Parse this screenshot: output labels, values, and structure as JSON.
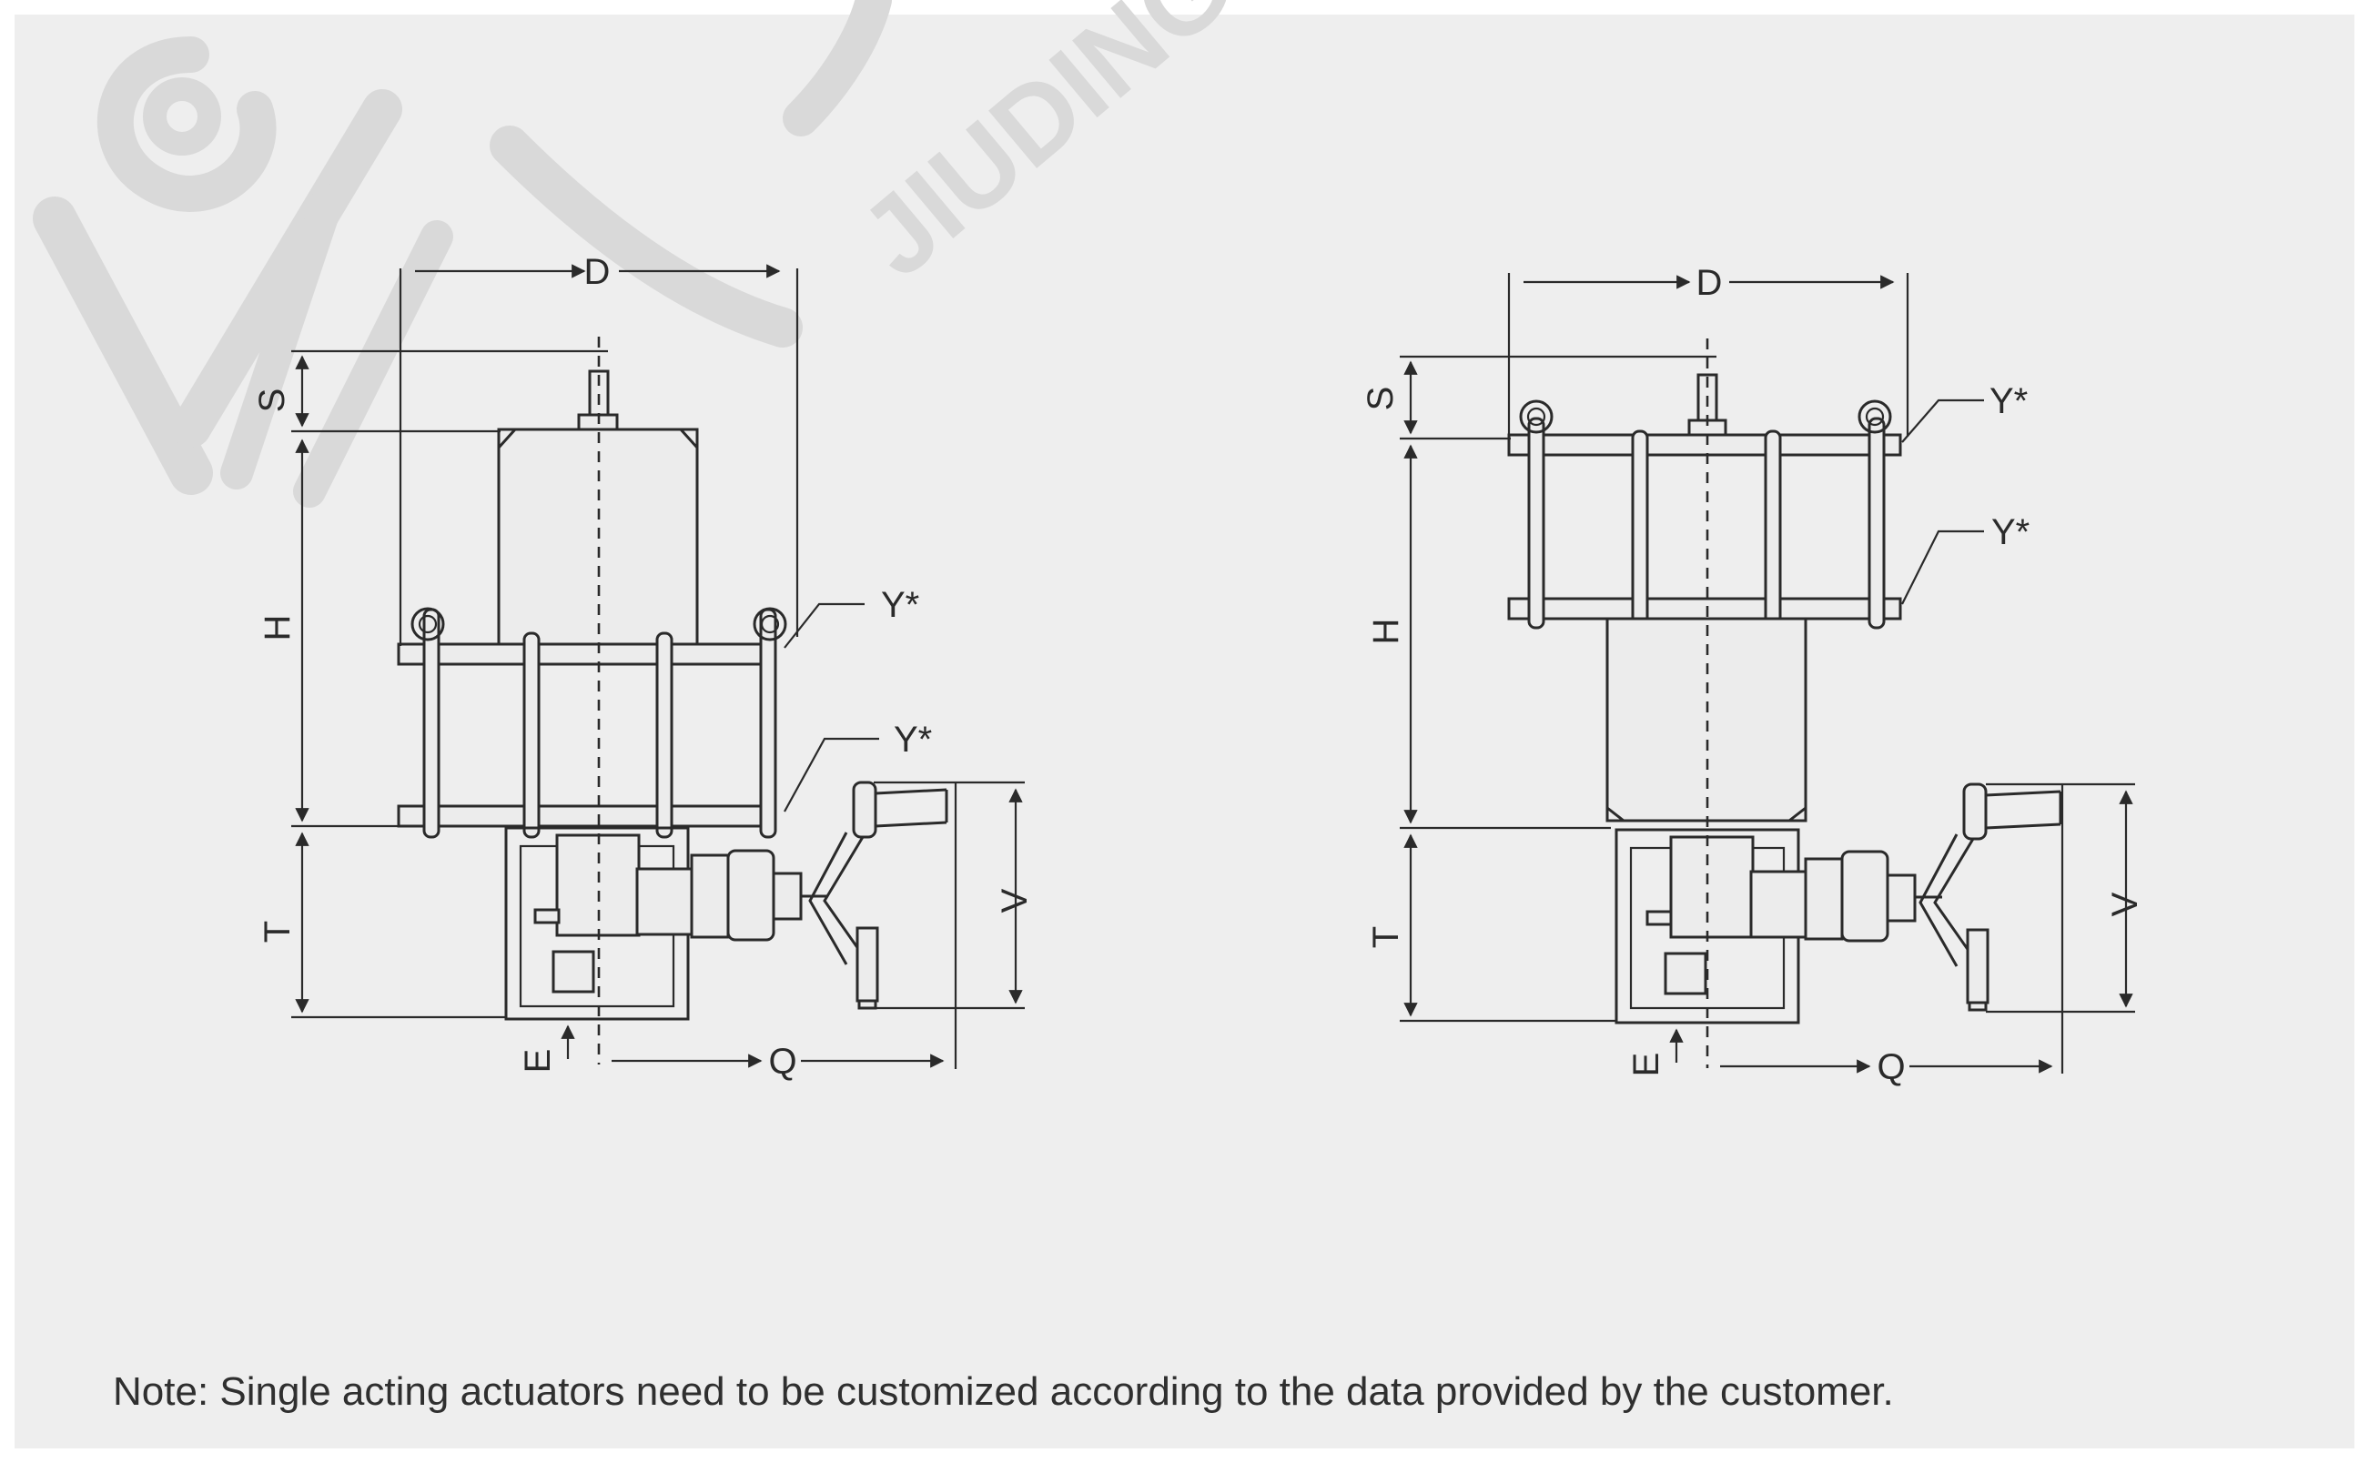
{
  "watermark": {
    "brand_text": "JIUDING",
    "color": "#d8d8d8"
  },
  "diagrams": [
    {
      "id": "left",
      "labels": {
        "D": "D",
        "S": "S",
        "H": "H",
        "T": "T",
        "E": "E",
        "Q": "Q",
        "V": "V",
        "Y1": "Y*",
        "Y2": "Y*"
      }
    },
    {
      "id": "right",
      "labels": {
        "D": "D",
        "S": "S",
        "H": "H",
        "T": "T",
        "E": "E",
        "Q": "Q",
        "V": "V",
        "Y1": "Y*",
        "Y2": "Y*"
      }
    }
  ],
  "note": "Note: Single acting actuators need to be customized according to the data provided by the customer.",
  "colors": {
    "background": "#ffffff",
    "panel": "#eeeeee",
    "line": "#2a2a2a"
  }
}
